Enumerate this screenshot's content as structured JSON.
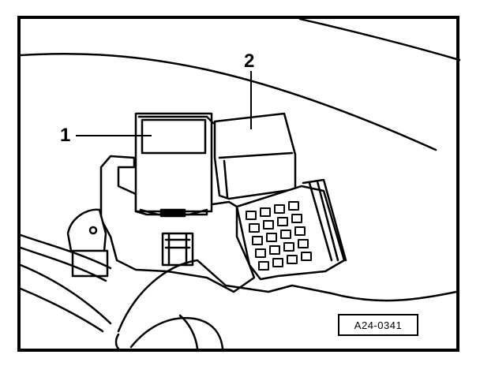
{
  "figure": {
    "callouts": [
      {
        "label": "1",
        "target": "relay"
      },
      {
        "label": "2",
        "target": "relay"
      }
    ],
    "reference_code": "A24-0341"
  },
  "colors": {
    "line": "#000000",
    "background": "#ffffff"
  }
}
